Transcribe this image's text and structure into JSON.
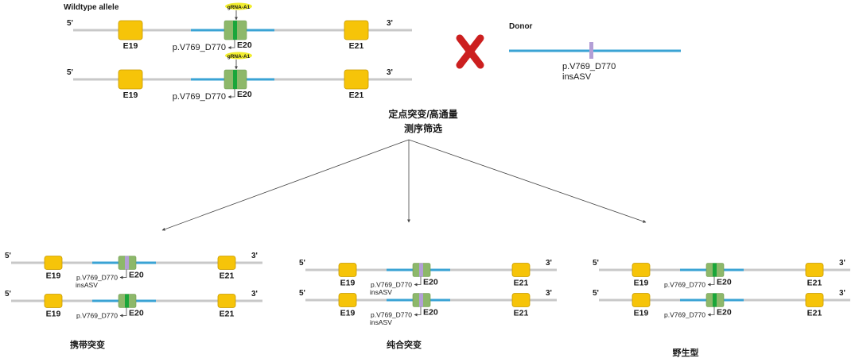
{
  "wildtype_title": "Wildtype allele",
  "donor_title": "Donor",
  "prime5": "5'",
  "prime3": "3'",
  "exons": {
    "e19": "E19",
    "e20": "E20",
    "e21": "E21"
  },
  "grna_label": "gRNA-A1",
  "mutation_label": "p.V769_D770",
  "insertion_label": "insASV",
  "screen_line1": "定点突变/高通量",
  "screen_line2": "测序筛选",
  "results": {
    "het": "携带突变",
    "hom": "纯合突变",
    "wt": "野生型"
  },
  "colors": {
    "backbone": "#c8c8c8",
    "donor_arm": "#3aa3d4",
    "exon": "#f6c409",
    "exon_stroke": "#c79a00",
    "exon20": "#8db86a",
    "wt_site": "#1aa63a",
    "ins_site": "#b39fd6",
    "grna": "#f2ee2e",
    "cross": "#cc1f1f",
    "arrow": "#444444"
  }
}
